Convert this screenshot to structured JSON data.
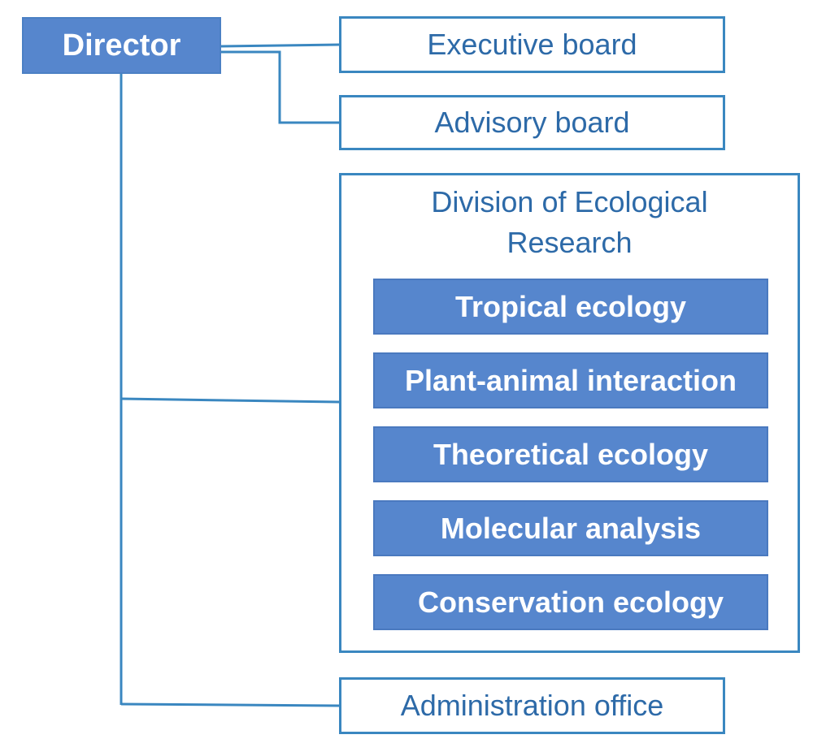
{
  "director": {
    "label": "Director"
  },
  "executive_board": {
    "label": "Executive board"
  },
  "advisory_board": {
    "label": "Advisory board"
  },
  "division": {
    "title_line1": "Division of Ecological",
    "title_line2": "Research",
    "units": [
      {
        "label": "Tropical ecology"
      },
      {
        "label": "Plant-animal interaction"
      },
      {
        "label": "Theoretical ecology"
      },
      {
        "label": "Molecular analysis"
      },
      {
        "label": "Conservation ecology"
      }
    ]
  },
  "administration_office": {
    "label": "Administration office"
  },
  "colors": {
    "connector": "#3a87c0",
    "outline_text": "#2d6aa8",
    "filled_box": "#5686cd",
    "filled_text": "#ffffff"
  }
}
